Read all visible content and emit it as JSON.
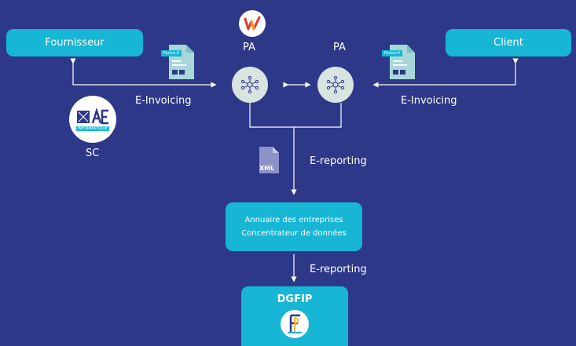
{
  "nodes": {
    "fournisseur": "Fournisseur",
    "client": "Client",
    "pa_left": "PA",
    "pa_right": "PA",
    "sc": "SC",
    "annuaire_line1": "Annuaire des entreprises",
    "annuaire_line2": "Concentrateur de données",
    "dgfip": "DGFIP"
  },
  "edges": {
    "einvoicing_left": "E-Invoicing",
    "einvoicing_right": "E-Invoicing",
    "ereporting_1": "E-reporting",
    "ereporting_2": "E-reporting"
  },
  "documents": {
    "facturx_left": "Factur-X",
    "facturx_right": "Factur-X",
    "xml": "XML"
  },
  "logos": {
    "ae_text": "INFORMATIQUE"
  },
  "colors": {
    "background": "#2e3889",
    "accent": "#17b6d4",
    "node_fill": "#d7e4e0"
  },
  "icons": [
    "network-icon",
    "document-icon",
    "xml-file-icon",
    "ae-informatique-logo",
    "w-logo",
    "dgfip-logo"
  ]
}
